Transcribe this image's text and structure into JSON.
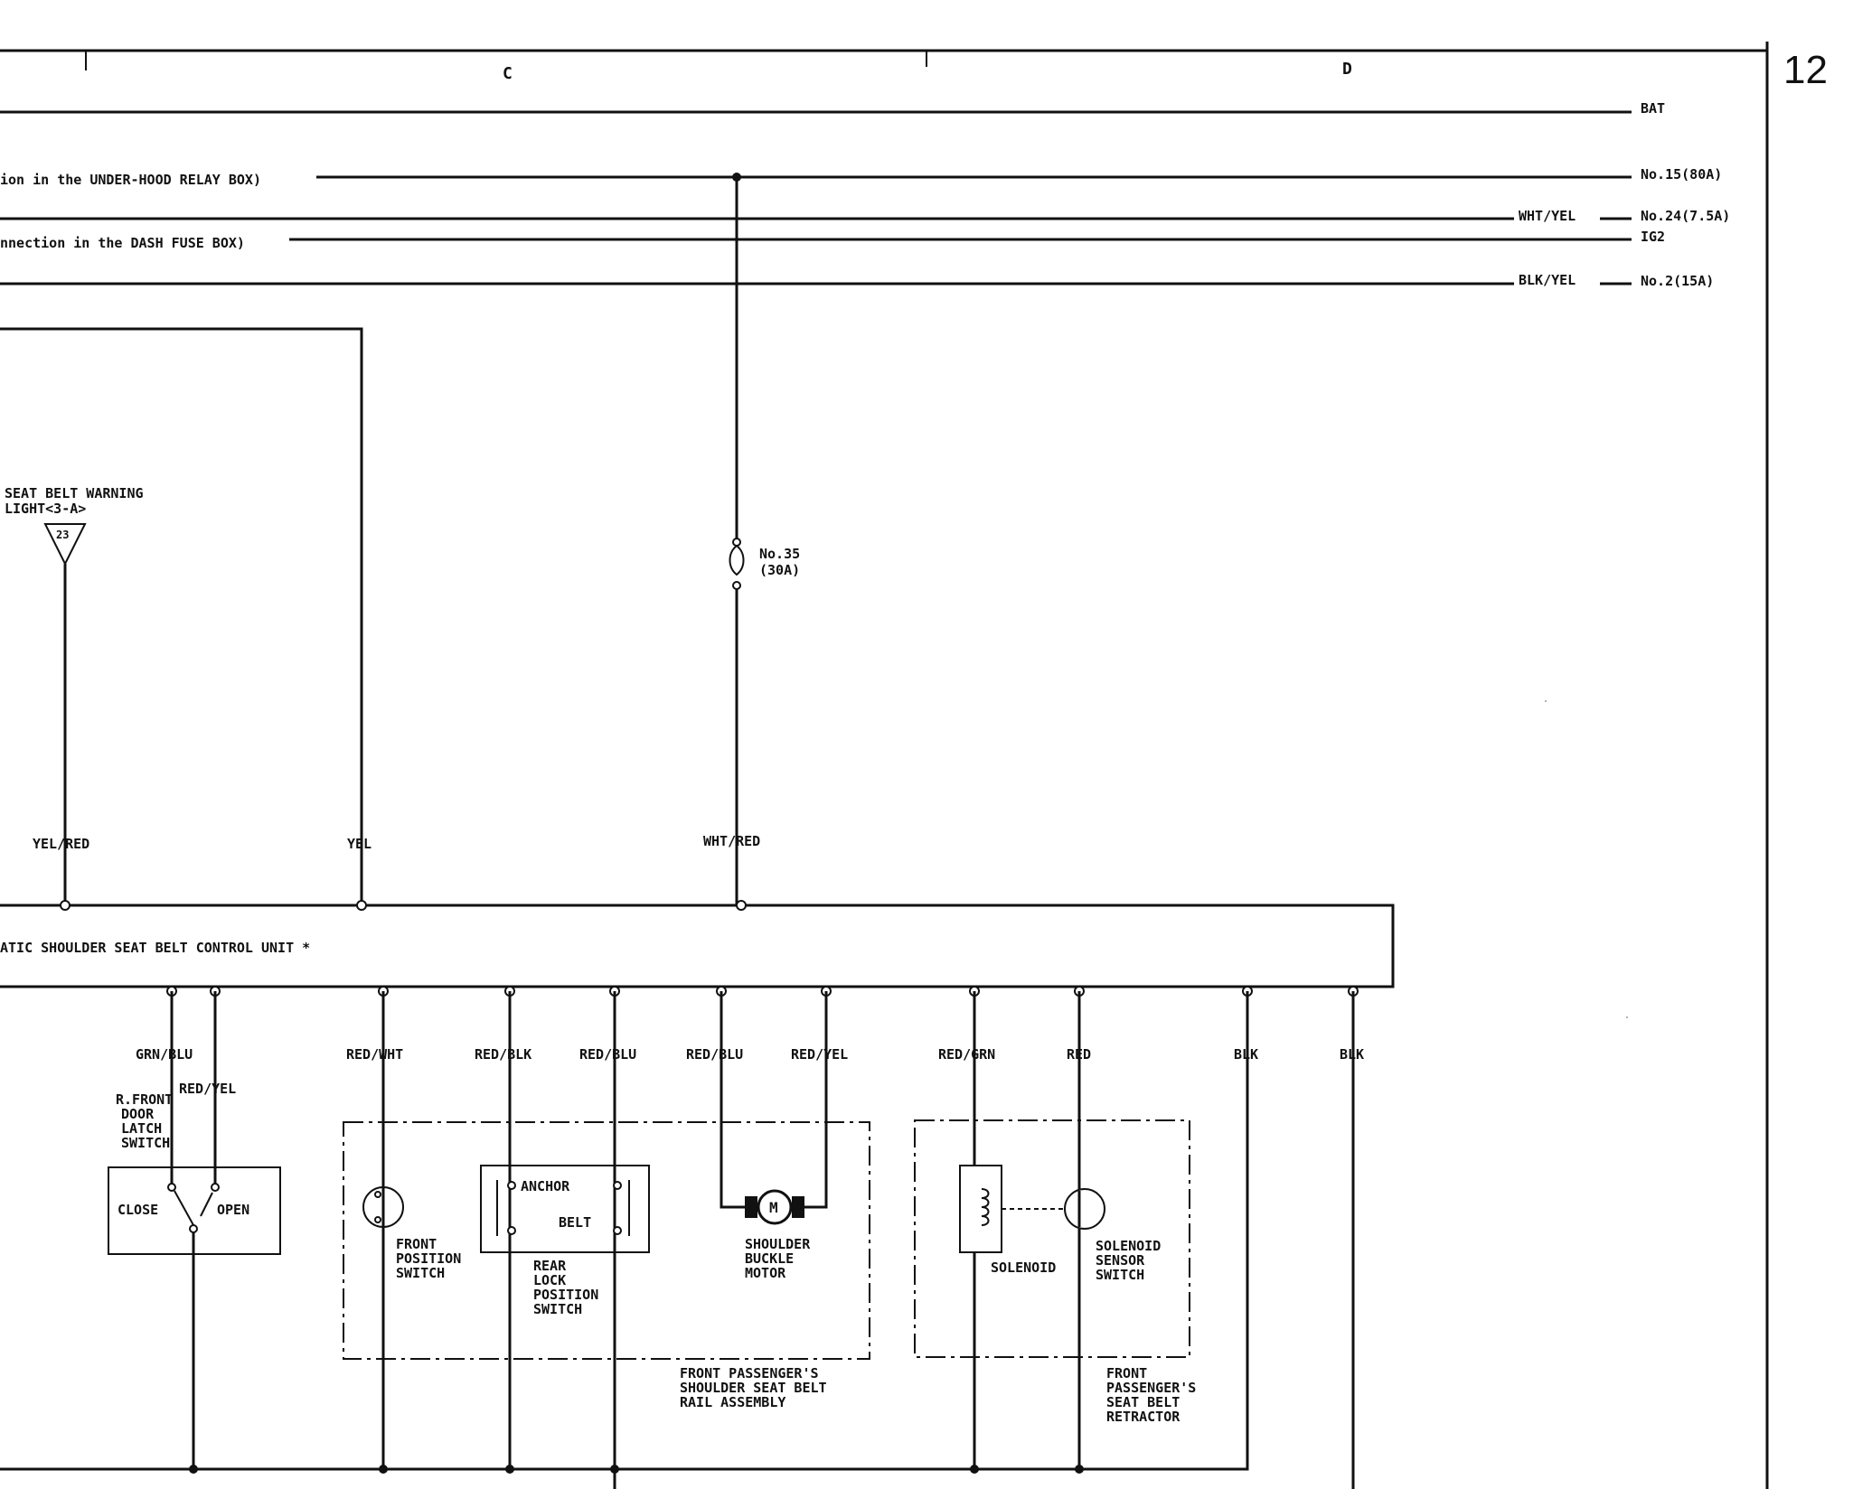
{
  "page_number": "12",
  "columns": {
    "c": "C",
    "d": "D"
  },
  "power_lines": {
    "bat": "BAT",
    "underhood": "ion in the UNDER-HOOD RELAY BOX)",
    "fuse15": "No.15(80A)",
    "wire_wht_yel": "WHT/YEL",
    "fuse24": "No.24(7.5A)",
    "dash": "nnection in the DASH FUSE BOX)",
    "ig2": "IG2",
    "wire_blk_yel": "BLK/YEL",
    "fuse2": "No.2(15A)"
  },
  "fuse35": {
    "line1": "No.35",
    "line2": "(30A)"
  },
  "warning_light": {
    "line1": "SEAT BELT WARNING",
    "line2": "LIGHT<3-A>",
    "terminal": "23"
  },
  "upper_wires": {
    "yel_red": "YEL/RED",
    "yel": "YEL",
    "wht_red": "WHT/RED"
  },
  "control_unit": "ATIC SHOULDER SEAT BELT CONTROL UNIT *",
  "lower_wires": {
    "grn_blu": "GRN/BLU",
    "red_yel_1": "RED/YEL",
    "red_wht": "RED/WHT",
    "red_blk": "RED/BLK",
    "red_blu_1": "RED/BLU",
    "red_blu_2": "RED/BLU",
    "red_yel_2": "RED/YEL",
    "red_grn": "RED/GRN",
    "red": "RED",
    "blk_1": "BLK",
    "blk_2": "BLK"
  },
  "door_switch": {
    "label": [
      "R.FRONT",
      "DOOR",
      "LATCH",
      "SWITCH"
    ],
    "close": "CLOSE",
    "open": "OPEN"
  },
  "front_position_switch": [
    "FRONT",
    "POSITION",
    "SWITCH"
  ],
  "anchor": "ANCHOR",
  "belt": "BELT",
  "rear_lock_switch": [
    "REAR",
    "LOCK",
    "POSITION",
    "SWITCH"
  ],
  "motor": {
    "symbol": "M",
    "label": [
      "SHOULDER",
      "BUCKLE",
      "MOTOR"
    ]
  },
  "rail_assembly": [
    "FRONT PASSENGER'S",
    "SHOULDER SEAT BELT",
    "RAIL ASSEMBLY"
  ],
  "solenoid": "SOLENOID",
  "sensor_switch": [
    "SOLENOID",
    "SENSOR",
    "SWITCH"
  ],
  "retractor": [
    "FRONT",
    "PASSENGER'S",
    "SEAT BELT",
    "RETRACTOR"
  ]
}
